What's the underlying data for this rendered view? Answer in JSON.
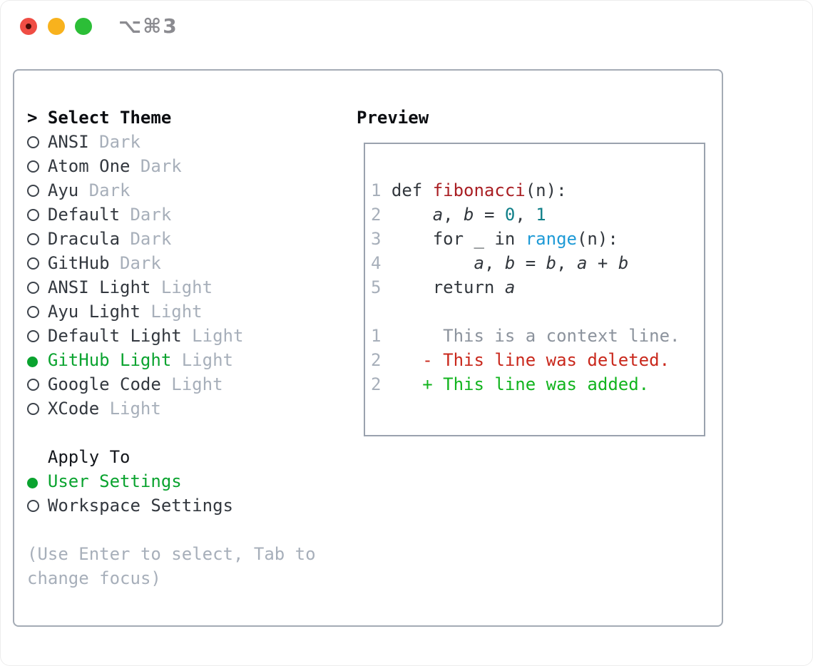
{
  "window": {
    "title": "⌥⌘3"
  },
  "colors": {
    "selected_green": "#0aa32f",
    "added_green": "#12b41e",
    "deleted_red": "#c9281c",
    "function_red": "#a91e23",
    "number_teal": "#0f7f88",
    "call_blue": "#1e9ad6",
    "muted_gray": "#a7afba",
    "context_gray": "#8c939d",
    "text_dark": "#33383f",
    "panel_border": "#a4abb5",
    "traffic_red": "#ef4d44",
    "traffic_yellow": "#f8b21d",
    "traffic_green": "#2cbe37"
  },
  "sidebar": {
    "header_marker": ">",
    "header": "Select Theme",
    "themes": [
      {
        "name": "ANSI",
        "variant": "Dark",
        "selected": false
      },
      {
        "name": "Atom One",
        "variant": "Dark",
        "selected": false
      },
      {
        "name": "Ayu",
        "variant": "Dark",
        "selected": false
      },
      {
        "name": "Default",
        "variant": "Dark",
        "selected": false
      },
      {
        "name": "Dracula",
        "variant": "Dark",
        "selected": false
      },
      {
        "name": "GitHub",
        "variant": "Dark",
        "selected": false
      },
      {
        "name": "ANSI Light",
        "variant": "Light",
        "selected": false
      },
      {
        "name": "Ayu Light",
        "variant": "Light",
        "selected": false
      },
      {
        "name": "Default Light",
        "variant": "Light",
        "selected": false
      },
      {
        "name": "GitHub Light",
        "variant": "Light",
        "selected": true
      },
      {
        "name": "Google Code",
        "variant": "Light",
        "selected": false
      },
      {
        "name": "XCode",
        "variant": "Light",
        "selected": false
      }
    ],
    "apply_to": {
      "header": "Apply To",
      "options": [
        {
          "label": "User Settings",
          "selected": true
        },
        {
          "label": "Workspace Settings",
          "selected": false
        }
      ]
    },
    "help_line1": "(Use Enter to select, Tab to",
    "help_line2": "change focus)"
  },
  "preview": {
    "header": "Preview",
    "code": [
      {
        "num": "1",
        "tokens": [
          {
            "t": "def ",
            "c": "plain"
          },
          {
            "t": "fibonacci",
            "c": "fn"
          },
          {
            "t": "(n):",
            "c": "plain"
          }
        ]
      },
      {
        "num": "2",
        "tokens": [
          {
            "t": "    ",
            "c": "plain"
          },
          {
            "t": "a",
            "c": "var"
          },
          {
            "t": ", ",
            "c": "plain"
          },
          {
            "t": "b",
            "c": "var"
          },
          {
            "t": " = ",
            "c": "plain"
          },
          {
            "t": "0",
            "c": "num"
          },
          {
            "t": ", ",
            "c": "plain"
          },
          {
            "t": "1",
            "c": "num"
          }
        ]
      },
      {
        "num": "3",
        "tokens": [
          {
            "t": "    for _ in ",
            "c": "plain"
          },
          {
            "t": "range",
            "c": "call"
          },
          {
            "t": "(n):",
            "c": "plain"
          }
        ]
      },
      {
        "num": "4",
        "tokens": [
          {
            "t": "        ",
            "c": "plain"
          },
          {
            "t": "a",
            "c": "var"
          },
          {
            "t": ", ",
            "c": "plain"
          },
          {
            "t": "b",
            "c": "var"
          },
          {
            "t": " = ",
            "c": "plain"
          },
          {
            "t": "b",
            "c": "var"
          },
          {
            "t": ", ",
            "c": "plain"
          },
          {
            "t": "a",
            "c": "var"
          },
          {
            "t": " + ",
            "c": "plain"
          },
          {
            "t": "b",
            "c": "var"
          }
        ]
      },
      {
        "num": "5",
        "tokens": [
          {
            "t": "    return ",
            "c": "plain"
          },
          {
            "t": "a",
            "c": "var"
          }
        ]
      },
      {
        "num": "1",
        "tokens": [
          {
            "t": "     This is a context line.",
            "c": "ctx"
          }
        ]
      },
      {
        "num": "2",
        "tokens": [
          {
            "t": "   - This line was deleted.",
            "c": "del"
          }
        ]
      },
      {
        "num": "2",
        "tokens": [
          {
            "t": "   + This line was added.",
            "c": "add"
          }
        ]
      }
    ]
  }
}
